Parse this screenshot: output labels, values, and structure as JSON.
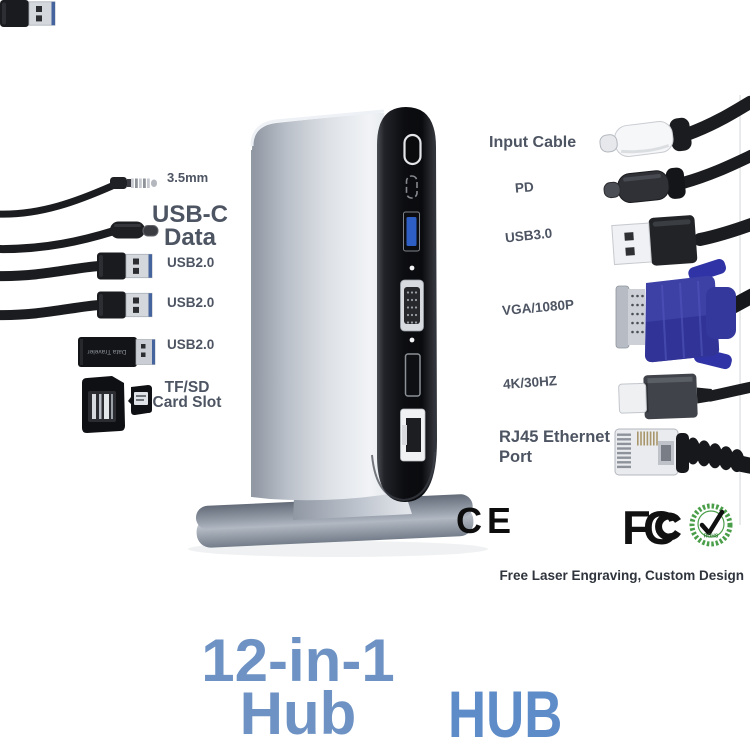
{
  "page": {
    "background": "#ffffff"
  },
  "left_column": {
    "items": [
      {
        "label": "3.5mm"
      },
      {
        "line1": "USB-C",
        "line2": "Data"
      },
      {
        "label": "USB2.0"
      },
      {
        "label": "USB2.0"
      },
      {
        "label": "USB2.0"
      },
      {
        "line1": "TF/SD",
        "line2": "Card Slot"
      }
    ],
    "flash_drive_text": "Data Traveler"
  },
  "right_column": {
    "items": [
      {
        "label": "Input Cable"
      },
      {
        "label": "PD"
      },
      {
        "label": "USB3.0"
      },
      {
        "label": "VGA/1080P"
      },
      {
        "label": "4K/30HZ"
      },
      {
        "line1": "RJ45 Ethernet",
        "line2": "Port"
      }
    ]
  },
  "certifications": {
    "ce": "CE",
    "fcc_f": "F",
    "fcc_c": "C",
    "rohs": "ROHS"
  },
  "tagline": "Free Laser Engraving, Custom Design",
  "title": {
    "line1": "12-in-1",
    "line2": "Hub",
    "badge": "HUB"
  },
  "colors": {
    "title_blue": "#6d92c3",
    "hub_badge_blue": "#5e8cc8",
    "label_text": "#4d5462",
    "tagline_text": "#2f343d",
    "rohs_green": "#4a9e4a",
    "usb3_port_blue": "#2e5fc4",
    "vga_connector_blue": "#3d41a6",
    "cert_black": "#0d0d0d"
  }
}
